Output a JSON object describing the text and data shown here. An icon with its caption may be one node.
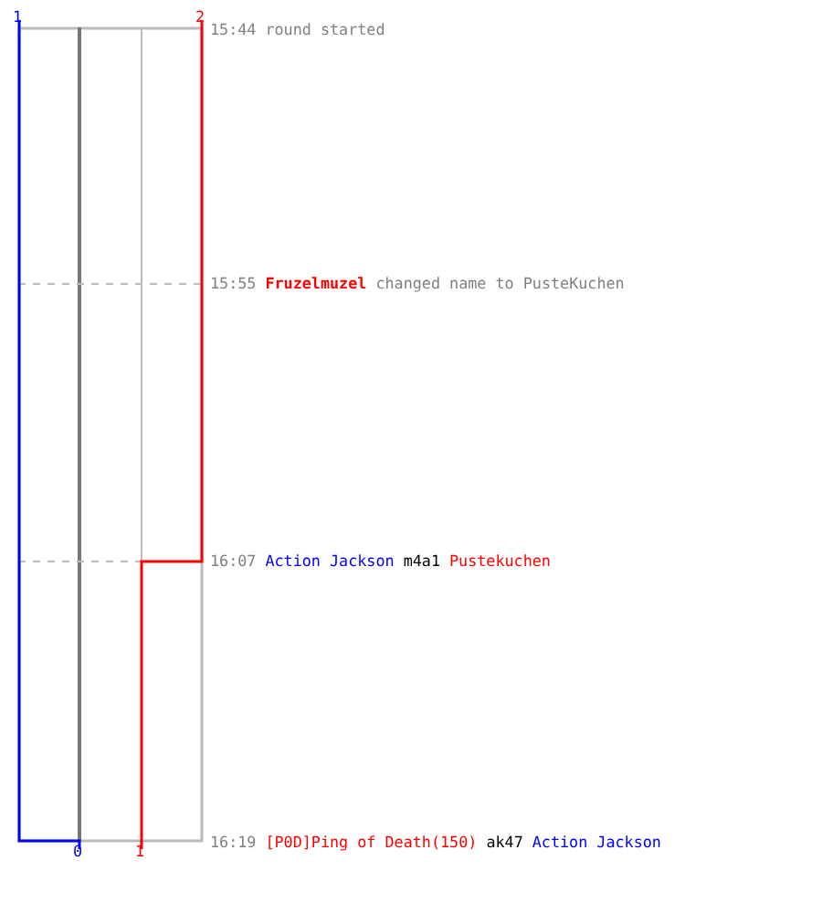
{
  "diagram": {
    "labels": [
      "1",
      "2",
      "15:44",
      "round started",
      "15:55",
      "Fruzelmuzel",
      "changed name to PusteKuchen",
      "16:07",
      "Action Jackson",
      "m4a1",
      "Pustekuchen",
      "0",
      "1",
      "16:19",
      "[P0D]Ping of Death(150)",
      "ak47",
      "Action Jackson"
    ]
  }
}
